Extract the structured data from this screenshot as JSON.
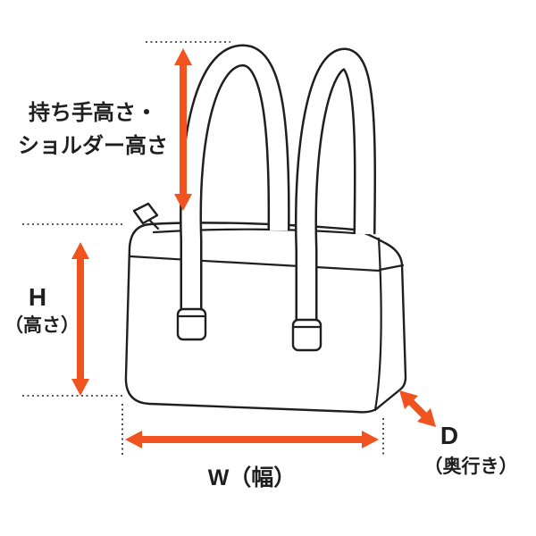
{
  "diagram": {
    "labels": {
      "handle_height_line1": "持ち手高さ・",
      "handle_height_line2": "ショルダー高さ",
      "height_letter": "H",
      "height_paren": "（高さ）",
      "width": "W（幅）",
      "depth_letter": "D",
      "depth_paren": "（奥行き）"
    },
    "colors": {
      "arrow": "#f0531d",
      "line": "#1f1f1f",
      "background": "#ffffff"
    }
  }
}
